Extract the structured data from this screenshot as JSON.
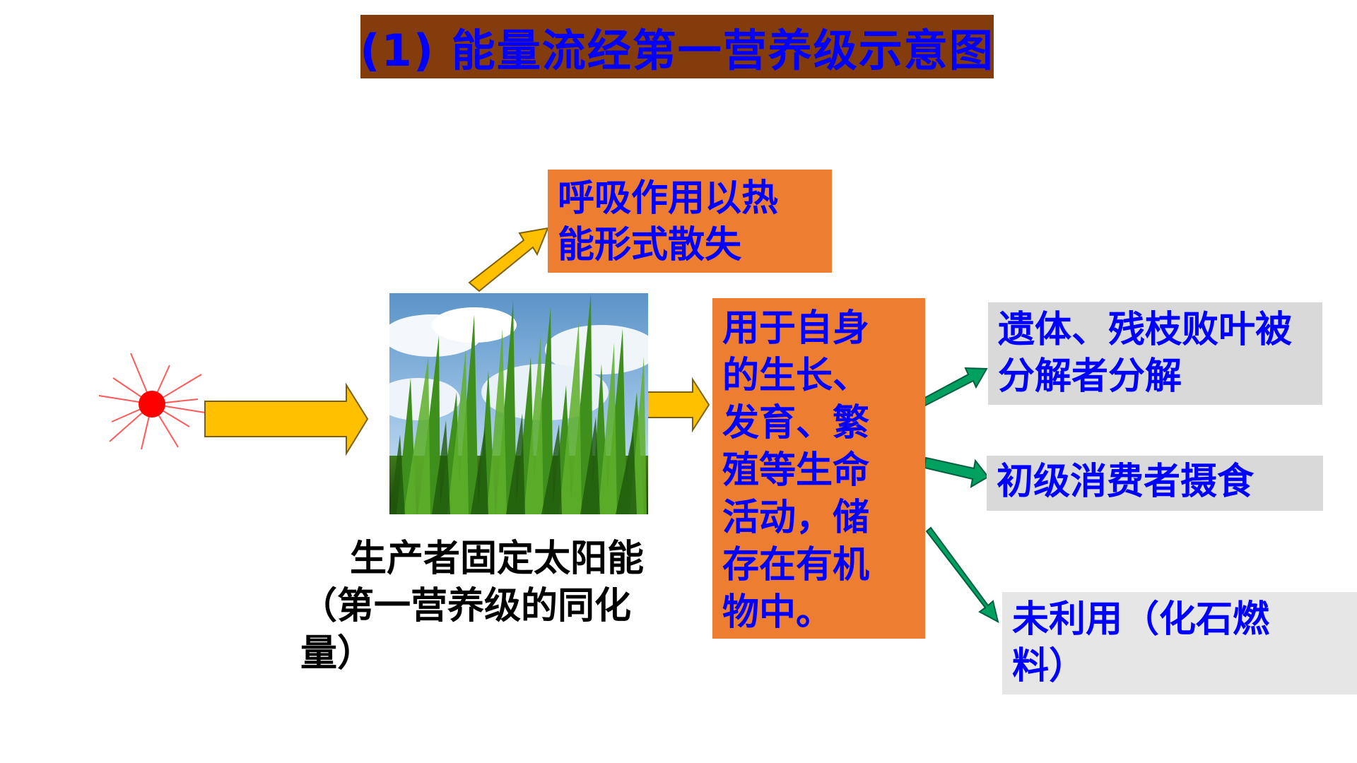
{
  "title": "(1) 能量流经第一营养级示意图",
  "nodes": {
    "respiration": "呼吸作用以热能形式散失",
    "respiration_lines": [
      "呼吸作用以热",
      "能形式散失"
    ],
    "growth_lines": [
      "用于自身",
      "的生长、",
      "发育、繁",
      "殖等生命",
      "活动，储",
      "存在有机",
      "物中。"
    ],
    "decomposer_lines": [
      "遗体、残枝败叶被",
      "分解者分解"
    ],
    "consumer": "初级消费者摄食",
    "unused_lines": [
      "未利用（化石燃",
      "料）"
    ],
    "producer_lines": [
      "生产者固定太阳能",
      "（第一营养级的同化",
      "量）"
    ]
  },
  "colors": {
    "title_bg": "#843c0c",
    "title_text": "#0000ff",
    "orange_box": "#ed7d31",
    "gray_box": "#d9d9d9",
    "arrow_yellow": "#ffc000",
    "arrow_green": "#00a060",
    "sun_red": "#ff0000"
  },
  "icons": {
    "sun": "sun-icon",
    "grass": "grass-photo"
  }
}
